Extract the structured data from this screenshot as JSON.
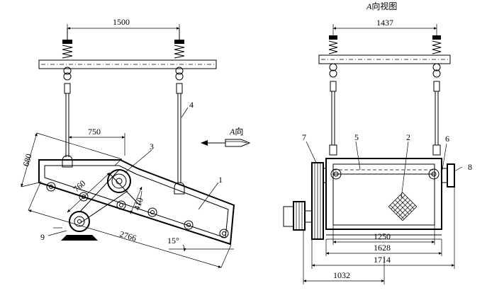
{
  "side_view": {
    "dimensions": {
      "d1500": "1500",
      "d750": "750",
      "d680": "680",
      "d760": "760",
      "d410": "410",
      "d2766": "2766",
      "angle": "15°"
    },
    "labels": {
      "n1": "1",
      "n3": "3",
      "n4": "4",
      "n9": "9"
    },
    "view_arrow": {
      "prefix": "A",
      "text": "向"
    }
  },
  "front_view": {
    "title": {
      "prefix": "A",
      "text": "向视图"
    },
    "dimensions": {
      "d1437": "1437",
      "d1250": "1250",
      "d1628": "1628",
      "d1714": "1714",
      "d1032": "1032"
    },
    "labels": {
      "n2": "2",
      "n5": "5",
      "n6": "6",
      "n7": "7",
      "n8": "8"
    }
  }
}
